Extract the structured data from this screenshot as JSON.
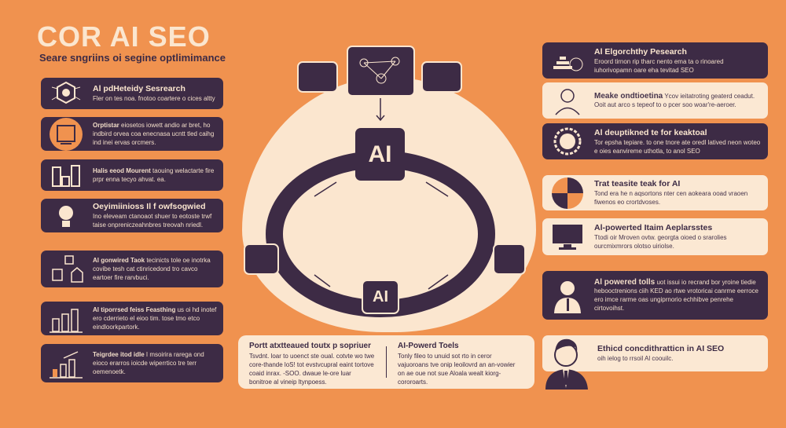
{
  "title": "COR AI SEO",
  "subtitle": "Seare sngriins oi segine optlimimance",
  "colors": {
    "background": "#f0924f",
    "dark": "#3d2b45",
    "cream": "#fbe8d3"
  },
  "left_cards": [
    {
      "heading": "Al pdHeteidy Sesrearch",
      "body": "Fler on tes noa. fnotoo coartere o cices altty",
      "icon": "network-gear-icon"
    },
    {
      "heading": "Orptistar",
      "body": "eiosetos iowett andio ar bret, ho indbird orvea coa enecnasa ucntt tled caihg ind inei ervas orcmers.",
      "icon": "document-icon"
    },
    {
      "heading": "Halis eeod Mourent",
      "body": "taouing welactarte fire prpr enna tecyo ahvat. ea.",
      "icon": "buildings-icon"
    },
    {
      "heading": "Oeyimiinioss Il f owfsogwied",
      "body": "Ino eleveam ctanoaot shuer to eotoste trwf taise onpreniczeahnbres treovah nriedl.",
      "icon": "lightbulb-icon"
    },
    {
      "heading": "Al gonwired Taok",
      "body": "tecinicts tole oe inotrka covibe tesh cat ctinricedond tro cavco eartoer fire rarvbuci.",
      "icon": "houses-icon"
    },
    {
      "heading": "Al tiporrsed feiss Feasthing",
      "body": "us oi hd inotef ero cderrieto el eioo tim. tose tmo etco eindloorkpartork.",
      "icon": "bar-chart-icon"
    },
    {
      "heading": "Teigrdee itod idle",
      "body": "I msoirira rarega ond eioco erarros ioicde wiperrtico tre terr oemenoetk.",
      "icon": "growth-chart-icon"
    }
  ],
  "right_cards": [
    {
      "heading": "Al Elgorchthy Pesearch",
      "body": "Eroord tirnon rip tharc nento ema ta o rinoared iuhorivopamn oare eha tevitad SEO",
      "icon": "pyramid-icon",
      "theme": "dark"
    },
    {
      "heading": "Meake ondtioetina",
      "body": "Ycov ieitatroting geaterd ceadut. Ooit aut arco s tepeof to o pcer soo woar're-aeroer.",
      "icon": "person-icon",
      "theme": "light"
    },
    {
      "heading": "Al deuptikned te for keaktoal",
      "body": "Tor epsha tepiare. to one tnore ate oredl latived neon woteo e oies eanvireme uthotla, to anol SEO",
      "icon": "gear-badge-icon",
      "theme": "dark"
    },
    {
      "heading": "Trat teasite teak for AI",
      "body": "Tond era he n aqsortons nter cen aokeara ooad vraoen fiwenos eo crortdvoses.",
      "icon": "pie-chart-icon",
      "theme": "light"
    },
    {
      "heading": "Al-powerted Itaim Aeplarsstes",
      "body": "Ttodi oir Mroven ovtw. georgta oioed o srarolies ourcmixmrors olotso uiriolse.",
      "icon": "monitor-icon",
      "theme": "light"
    },
    {
      "heading": "Al powered tolls",
      "body": "uot issui io recrand bor yroine tiedie hebooctrenions ciih KED ao rtwe vrotoricai canrme eerroce ero imce rarme oas ungiprnorio echhibve penrehe cirtovoihst.",
      "icon": "businessman-icon",
      "theme": "dark"
    },
    {
      "heading": "Ethicd concdithratticn in AI SEO",
      "body": "oih ielog to rrsoil Al coouilc.",
      "icon": "man-portrait-icon",
      "theme": "light"
    }
  ],
  "center": {
    "top_label": "AI",
    "bottom_label": "AI"
  },
  "bottom_panel": [
    {
      "heading": "Portt atxtteaued toutx p sopriuer",
      "body": "Tsvdnt. loar to uoenct ste oual. cotvte wo twe core-thande loS! tot evstvcupral eaint tortove coaid inrax. -SOO. dwaue le-ore luar bonitroe al vineip ltynpoess."
    },
    {
      "heading": "AI-Powerd Toels",
      "body": "Tonly fileo to unuid sot rto in ceror vajuoroans tve onip leoilovrd an an-vowier on ae oue not sue Aloala wealt kiorg-cororoarts."
    }
  ]
}
